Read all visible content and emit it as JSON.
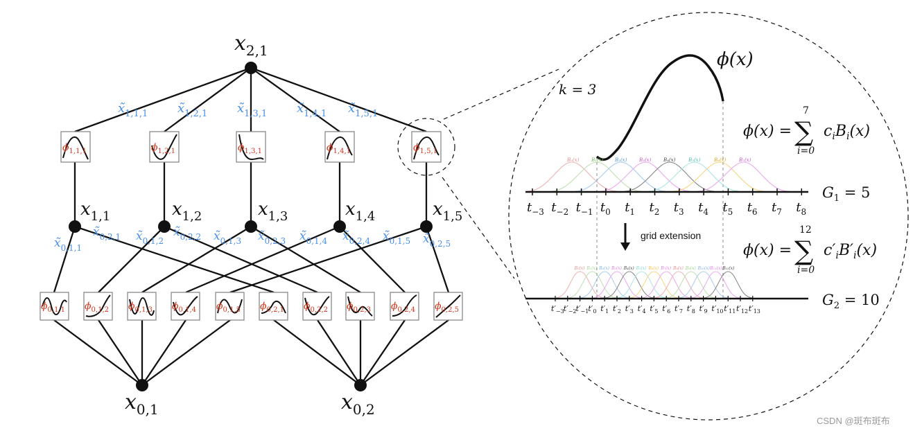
{
  "diagram": {
    "nodes": {
      "x21": "x",
      "x21_sub": "2,1",
      "x11": "x",
      "x11_sub": "1,1",
      "x12": "x",
      "x12_sub": "1,2",
      "x13": "x",
      "x13_sub": "1,3",
      "x14": "x",
      "x14_sub": "1,4",
      "x15": "x",
      "x15_sub": "1,5",
      "x01": "x",
      "x01_sub": "0,1",
      "x02": "x",
      "x02_sub": "0,2"
    },
    "upper_edge_labels": [
      {
        "base": "x̃",
        "sub": "1,1,1"
      },
      {
        "base": "x̃",
        "sub": "1,2,1"
      },
      {
        "base": "x̃",
        "sub": "1,3,1"
      },
      {
        "base": "x̃",
        "sub": "1,4,1"
      },
      {
        "base": "x̃",
        "sub": "1,5,1"
      }
    ],
    "upper_phi_boxes": [
      {
        "base": "ϕ",
        "sub": "1,1,1"
      },
      {
        "base": "ϕ",
        "sub": "1,2,1"
      },
      {
        "base": "ϕ",
        "sub": "1,3,1"
      },
      {
        "base": "ϕ",
        "sub": "1,4,1"
      },
      {
        "base": "ϕ",
        "sub": "1,5,1"
      }
    ],
    "lower_edge_labels": [
      {
        "base": "x̃",
        "sub": "0,1,1"
      },
      {
        "base": "x̃",
        "sub": "0,2,1"
      },
      {
        "base": "x̃",
        "sub": "0,1,2"
      },
      {
        "base": "x̃",
        "sub": "0,2,2"
      },
      {
        "base": "x̃",
        "sub": "0,1,3"
      },
      {
        "base": "x̃",
        "sub": "0,2,3"
      },
      {
        "base": "x̃",
        "sub": "0,1,4"
      },
      {
        "base": "x̃",
        "sub": "0,2,4"
      },
      {
        "base": "x̃",
        "sub": "0,1,5"
      },
      {
        "base": "x̃",
        "sub": "0,2,5"
      }
    ],
    "lower_phi_boxes": [
      {
        "base": "ϕ",
        "sub": "0,1,1"
      },
      {
        "base": "ϕ",
        "sub": "0,1,2"
      },
      {
        "base": "ϕ",
        "sub": "0,1,3"
      },
      {
        "base": "ϕ",
        "sub": "0,1,4"
      },
      {
        "base": "ϕ",
        "sub": "0,1,5"
      },
      {
        "base": "ϕ",
        "sub": "0,2,1"
      },
      {
        "base": "ϕ",
        "sub": "0,2,2"
      },
      {
        "base": "ϕ",
        "sub": "0,2,3"
      },
      {
        "base": "ϕ",
        "sub": "0,2,4"
      },
      {
        "base": "ϕ",
        "sub": "0,2,5"
      }
    ]
  },
  "zoom": {
    "k_label": "k = 3",
    "phi_label": "ϕ(x)",
    "eq1": {
      "lhs": "ϕ(x) =",
      "sigma": "∑",
      "upper": "7",
      "lower": "i=0",
      "rhs": "c",
      "rhs_sub": "i",
      "rhs2": "B",
      "rhs2_sub": "i",
      "rhs_tail": "(x)"
    },
    "eq2": {
      "lhs": "ϕ(x) =",
      "sigma": "∑",
      "upper": "12",
      "lower": "i=0",
      "rhs": "c′",
      "rhs_sub": "i",
      "rhs2": "B′",
      "rhs2_sub": "i",
      "rhs_tail": "(x)"
    },
    "grid_extension_label": "grid extension",
    "G1_label": "G",
    "G1_sub": "1",
    "G1_value": " = 5",
    "G2_label": "G",
    "G2_sub": "2",
    "G2_value": " = 10",
    "coarse_ticks": [
      {
        "b": "t",
        "s": "−3"
      },
      {
        "b": "t",
        "s": "−2"
      },
      {
        "b": "t",
        "s": "−1"
      },
      {
        "b": "t",
        "s": "0"
      },
      {
        "b": "t",
        "s": "1"
      },
      {
        "b": "t",
        "s": "2"
      },
      {
        "b": "t",
        "s": "3"
      },
      {
        "b": "t",
        "s": "4"
      },
      {
        "b": "t",
        "s": "5"
      },
      {
        "b": "t",
        "s": "6"
      },
      {
        "b": "t",
        "s": "7"
      },
      {
        "b": "t",
        "s": "8"
      }
    ],
    "fine_ticks": [
      {
        "b": "t′",
        "s": "−3"
      },
      {
        "b": "t′",
        "s": "−2"
      },
      {
        "b": "t′",
        "s": "−1"
      },
      {
        "b": "t′",
        "s": "0"
      },
      {
        "b": "t′",
        "s": "1"
      },
      {
        "b": "t′",
        "s": "2"
      },
      {
        "b": "t′",
        "s": "3"
      },
      {
        "b": "t′",
        "s": "4"
      },
      {
        "b": "t′",
        "s": "5"
      },
      {
        "b": "t′",
        "s": "6"
      },
      {
        "b": "t′",
        "s": "7"
      },
      {
        "b": "t′",
        "s": "8"
      },
      {
        "b": "t′",
        "s": "9"
      },
      {
        "b": "t′",
        "s": "10"
      },
      {
        "b": "t′",
        "s": "11"
      },
      {
        "b": "t′",
        "s": "12"
      },
      {
        "b": "t′",
        "s": "13"
      }
    ],
    "coarse_basis": [
      "B₀(x)",
      "B₁(x)",
      "B₂(x)",
      "B₃(x)",
      "B₄(x)",
      "B₅(x)",
      "B₆(x)",
      "B₇(x)"
    ],
    "fine_basis": [
      "B₀(x)",
      "B₁(x)",
      "B₂(x)",
      "B₃(x)",
      "B₄(x)",
      "B₅(x)",
      "B₆(x)",
      "B₇(x)",
      "B₈(x)",
      "B₉(x)",
      "B₁₀(x)",
      "B₁₁(x)",
      "B₁₂(x)"
    ]
  },
  "watermark": "CSDN @斑布斑布",
  "colors": {
    "edge_label": "#4a8fe8",
    "phi_label": "#d0341a",
    "line": "#111111",
    "box_border": "#888888"
  }
}
